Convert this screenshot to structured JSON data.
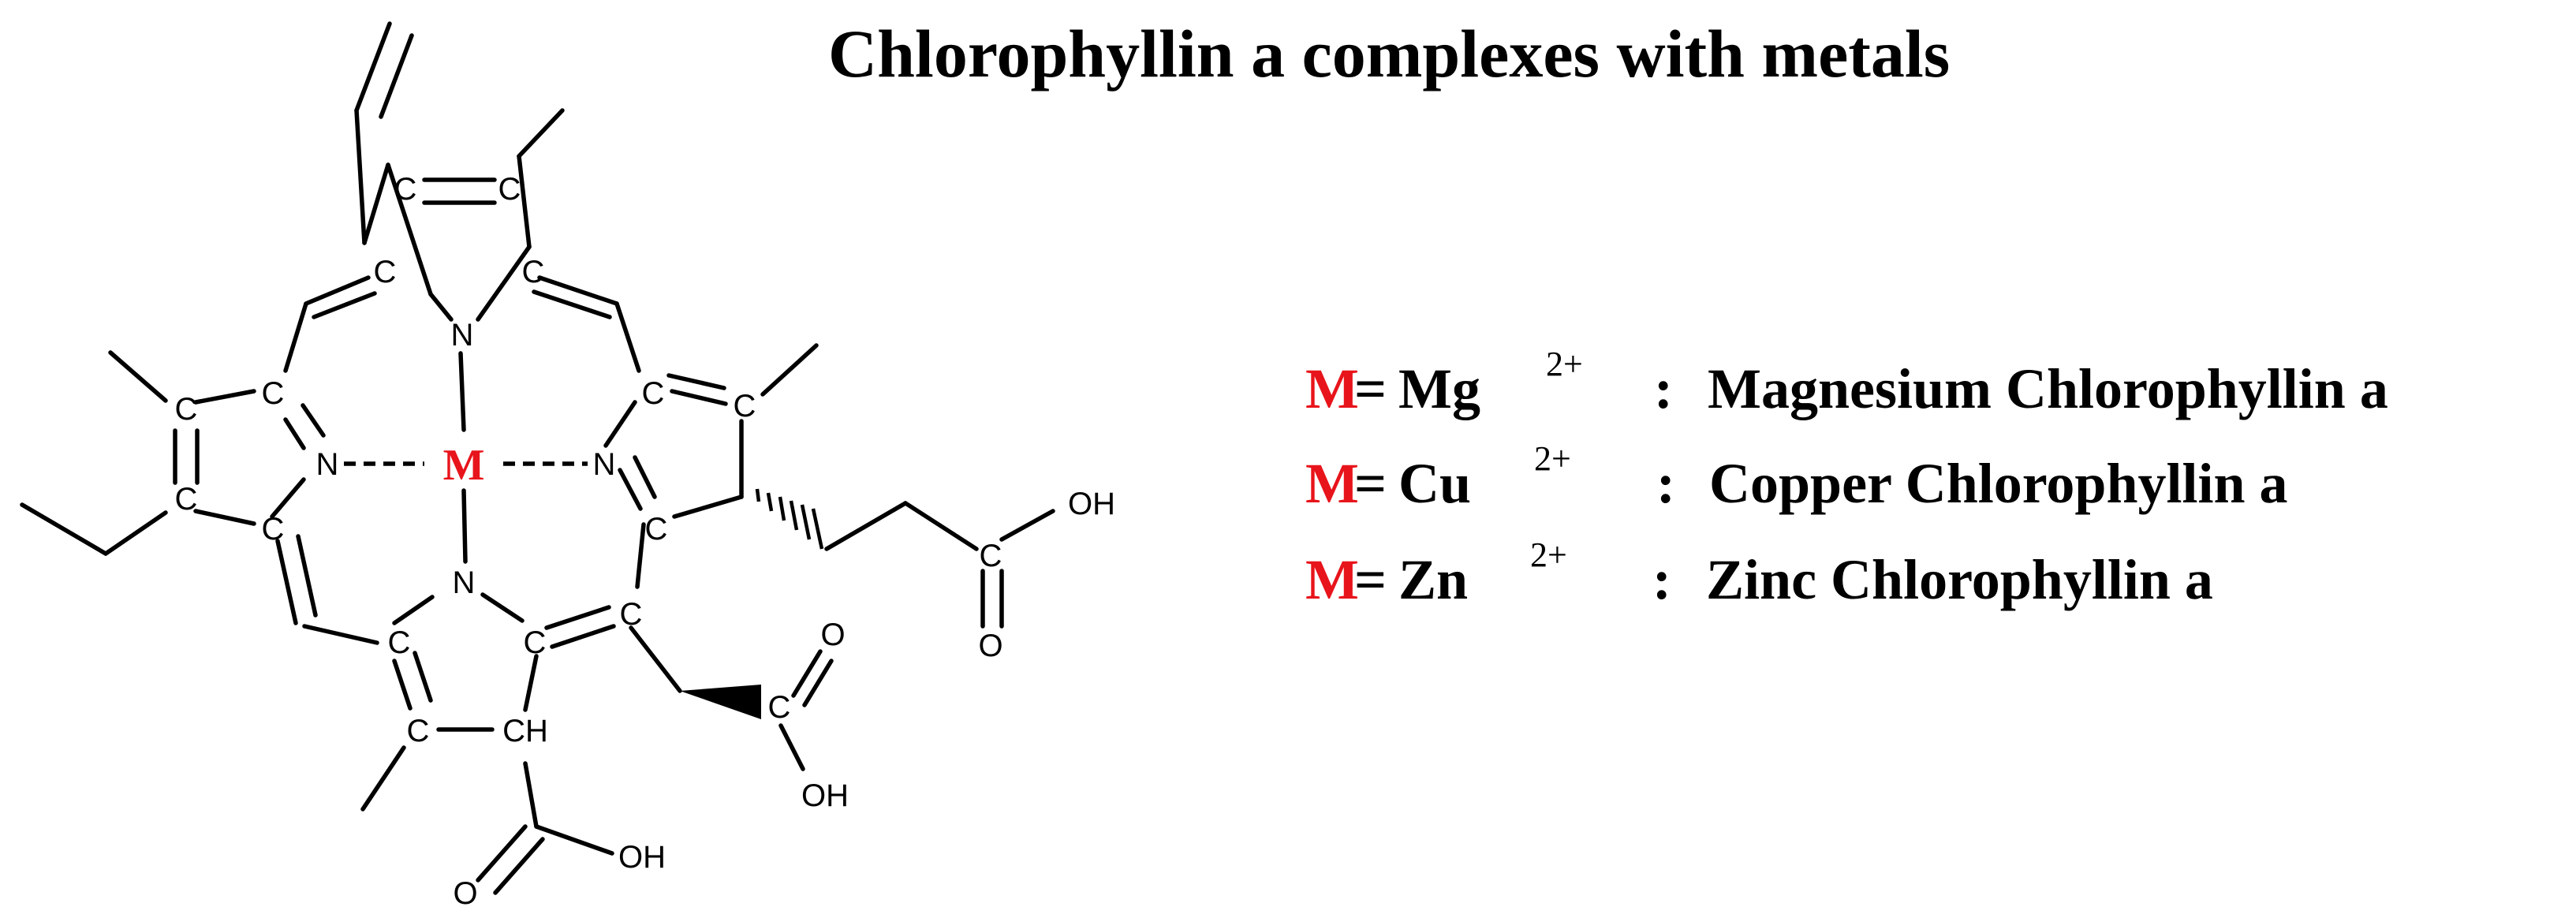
{
  "title": "Chlorophyllin a complexes with metals",
  "colors": {
    "metal": "#e8141b",
    "bonds": "#000000"
  },
  "structure": {
    "metal_label": "M",
    "carbon": "C",
    "nitrogen": "N",
    "ch": "CH",
    "oxygen": "O",
    "hydroxyl": "OH"
  },
  "legend": [
    {
      "symbol": "M",
      "equals": "=",
      "element": "Mg",
      "charge": "2+",
      "colon": ":",
      "name": "Magnesium Chlorophyllin a"
    },
    {
      "symbol": "M",
      "equals": "=",
      "element": "Cu",
      "charge": "2+",
      "colon": ":",
      "name": "Copper Chlorophyllin a"
    },
    {
      "symbol": "M",
      "equals": "=",
      "element": "Zn",
      "charge": "2+",
      "colon": ":",
      "name": "Zinc Chlorophyllin a"
    }
  ]
}
